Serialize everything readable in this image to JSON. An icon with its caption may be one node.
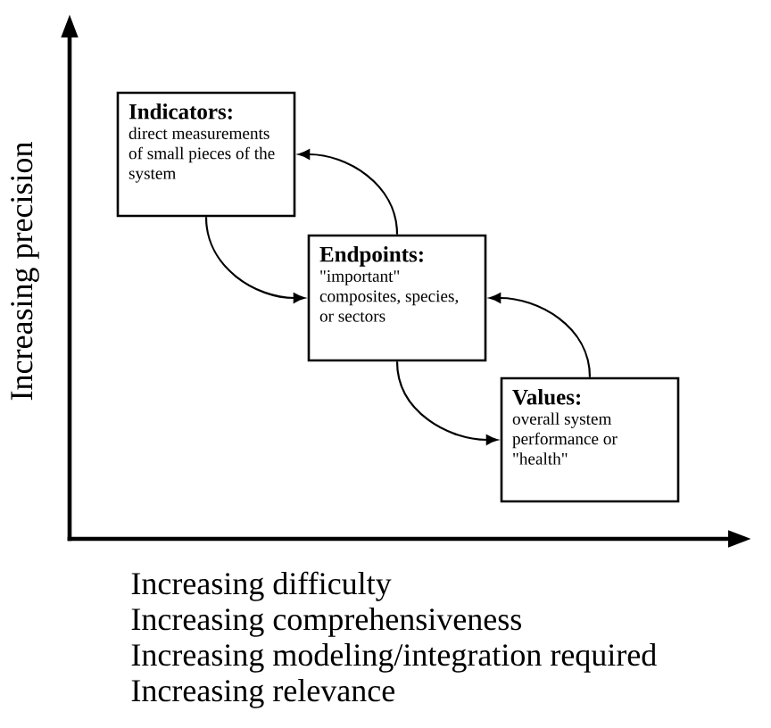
{
  "diagram": {
    "nodes": [
      {
        "text": [
          "Indicators:",
          "direct measurements of small pieces of the system"
        ]
      },
      {
        "text": [
          "Endpoints:",
          "\"important\" composites, species, or sectors"
        ]
      },
      {
        "text": [
          "Values:",
          "overall system performance or \"health\""
        ]
      }
    ],
    "edges": [
      {
        "from": 0,
        "to": 1,
        "arrow": "to"
      },
      {
        "from": 1,
        "to": 0,
        "arrow": "to"
      },
      {
        "from": 1,
        "to": 2,
        "arrow": "to"
      },
      {
        "from": 2,
        "to": 1,
        "arrow": "to"
      }
    ],
    "labels": [
      "Increasing precision",
      "Increasing difficulty",
      "Increasing comprehensiveness",
      "Increasing modeling/integration required",
      "Increasing relevance"
    ]
  }
}
